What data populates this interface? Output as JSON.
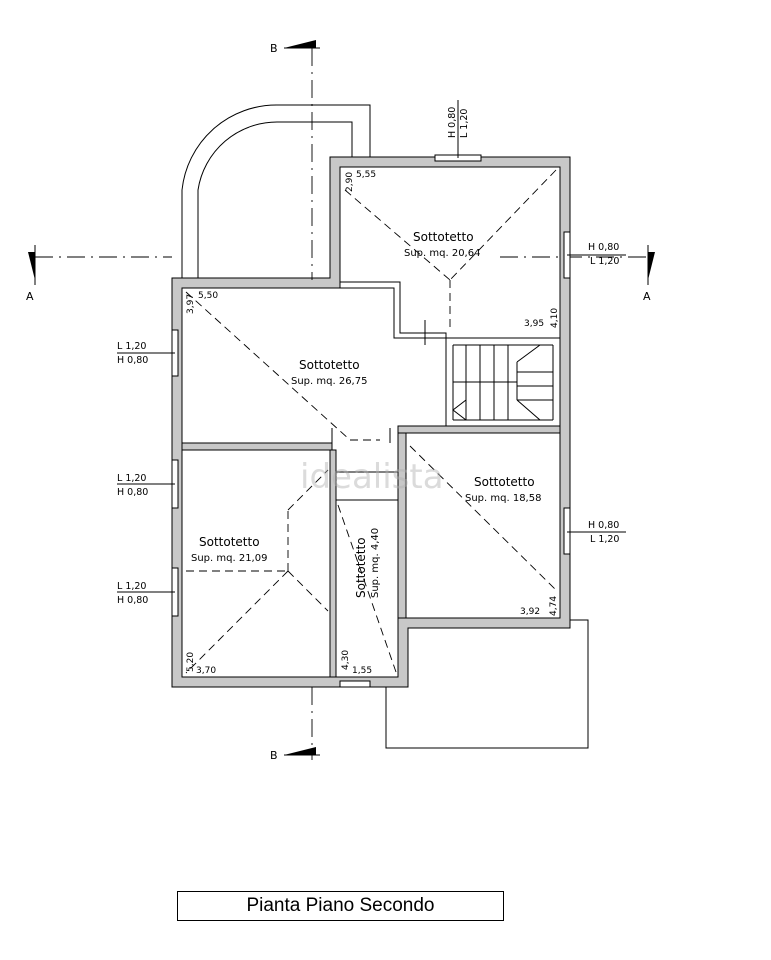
{
  "title": "Pianta Piano Secondo",
  "watermark": "idealista",
  "sections": {
    "a": "A",
    "b": "B"
  },
  "rooms": [
    {
      "name": "Sottotetto",
      "area": "Sup. mq. 20,64"
    },
    {
      "name": "Sottotetto",
      "area": "Sup. mq. 26,75"
    },
    {
      "name": "Sottotetto",
      "area": "Sup. mq. 18,58"
    },
    {
      "name": "Sottotetto",
      "area": "Sup. mq. 21,09"
    },
    {
      "name": "Sottotetto",
      "area": "Sup. mq. 4,40"
    }
  ],
  "windows": {
    "top_h": "H 0,80",
    "top_l": "L 1,20",
    "right_upper_h": "H 0,80",
    "right_upper_l": "L 1,20",
    "right_lower_h": "H 0,80",
    "right_lower_l": "L 1,20",
    "left_1_l": "L 1,20",
    "left_1_h": "H 0,80",
    "left_2_l": "L 1,20",
    "left_2_h": "H 0,80",
    "left_3_l": "L 1,20",
    "left_3_h": "H 0,80"
  },
  "dimensions": {
    "d_2_90": "2,90",
    "d_5_55": "5,55",
    "d_3_95": "3,95",
    "d_4_10": "4,10",
    "d_3_97": "3,97",
    "d_5_50": "5,50",
    "d_3_92": "3,92",
    "d_4_74": "4,74",
    "d_5_20": "5,20",
    "d_3_70": "3,70",
    "d_4_30": "4,30",
    "d_1_55": "1,55"
  }
}
